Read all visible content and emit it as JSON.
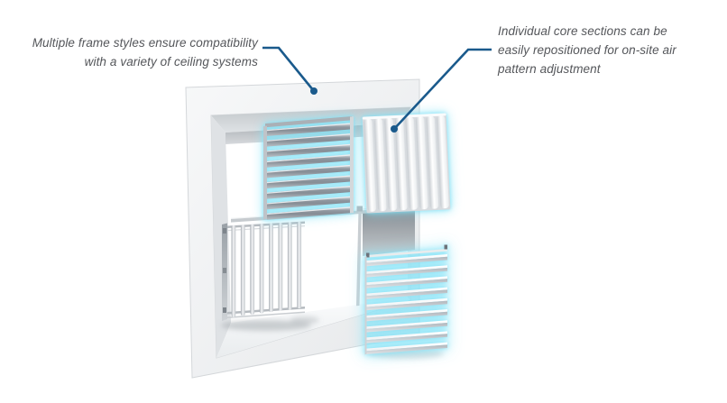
{
  "page": {
    "background": "#ffffff"
  },
  "callouts": {
    "left": {
      "lines": [
        "Multiple frame styles ensure compatibility",
        "with a variety of ceiling systems"
      ]
    },
    "right": {
      "lines": [
        "Individual core sections can be",
        "easily repositioned for on-site air",
        "pattern adjustment"
      ]
    }
  },
  "colors": {
    "leader_blue": "#1a5a8c",
    "glow_cyan": "#7ee0f5",
    "text_gray": "#54565a"
  }
}
